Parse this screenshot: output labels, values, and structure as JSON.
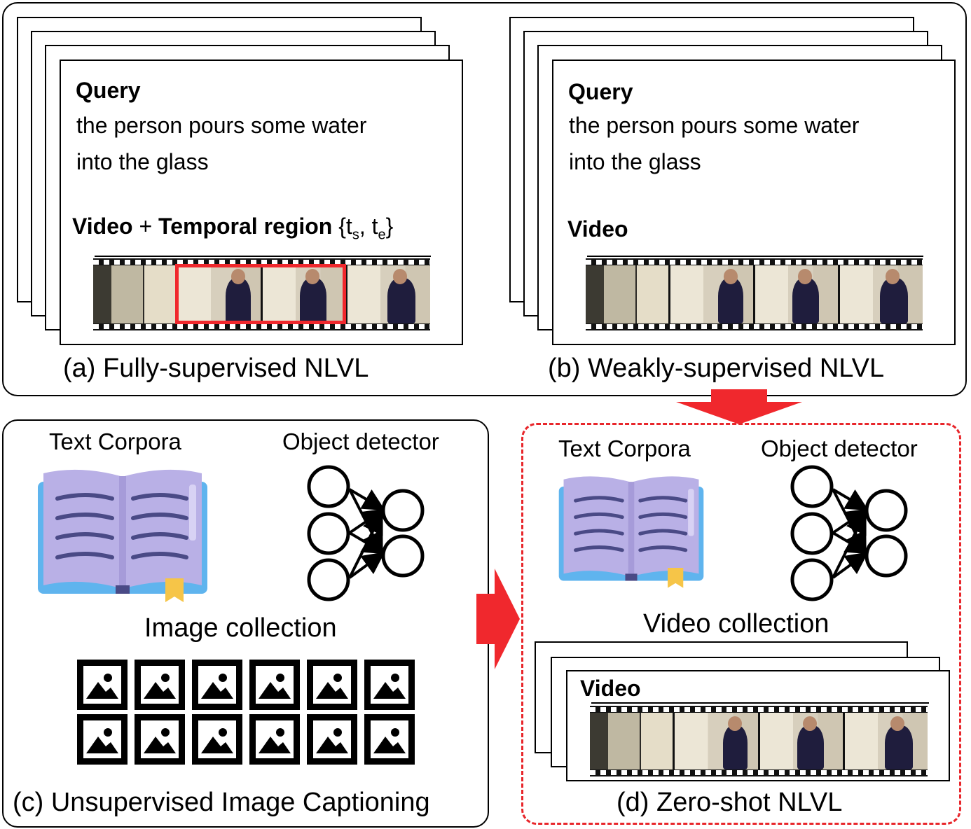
{
  "panels": {
    "a": {
      "caption": "(a) Fully-supervised NLVL",
      "query_heading": "Query",
      "query_line1": "the person pours some water",
      "query_line2": "into the glass",
      "video_label": "Video",
      "plus": " + ",
      "temporal_label": "Temporal region",
      "region_open": " {t",
      "region_s": "s",
      "region_sep": ", t",
      "region_e": "e",
      "region_close": "}"
    },
    "b": {
      "caption": "(b) Weakly-supervised NLVL",
      "query_heading": "Query",
      "query_line1": "the person pours some water",
      "query_line2": "into the glass",
      "video_label": "Video"
    },
    "c": {
      "caption": "(c) Unsupervised Image Captioning",
      "text_corpora": "Text Corpora",
      "object_detector": "Object detector",
      "collection": "Image collection"
    },
    "d": {
      "caption": "(d) Zero-shot NLVL",
      "text_corpora": "Text Corpora",
      "object_detector": "Object detector",
      "collection": "Video collection",
      "video_label": "Video"
    }
  },
  "colors": {
    "arrow_red": "#f0282d",
    "highlight_red": "#f0282d",
    "book_purple": "#b9b0e6",
    "book_blue": "#5fb4ee",
    "bookmark_yellow": "#f6c548",
    "book_lines": "#4a4a86"
  },
  "icons": [
    "book-icon",
    "neural-network-icon",
    "image-icon",
    "filmstrip-icon",
    "arrow-down-icon",
    "arrow-right-icon"
  ]
}
